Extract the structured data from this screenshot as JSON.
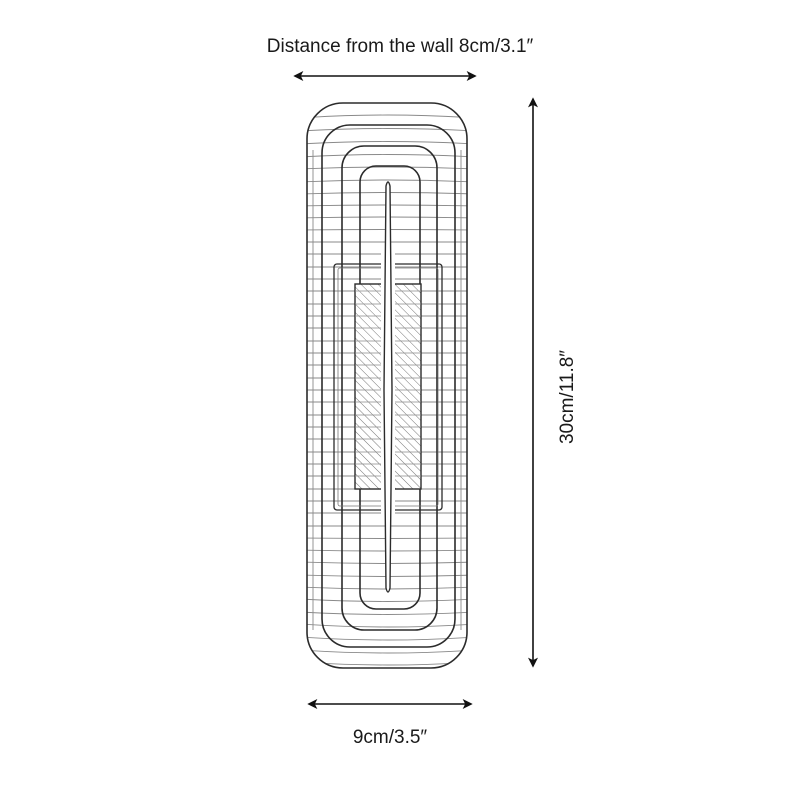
{
  "diagram": {
    "subject": "wall lamp dimension drawing",
    "dimensions": {
      "depth_label": "Distance from the wall 8cm/3.1″",
      "width_label": "9cm/3.5″",
      "height_label": "30cm/11.8″"
    },
    "icons": {
      "depth_arrow": "double-arrow-horizontal",
      "width_arrow": "double-arrow-horizontal",
      "height_arrow": "double-arrow-vertical"
    },
    "colors": {
      "line": "#2b2b2b",
      "grid": "#8a8a8a",
      "background": "#ffffff"
    }
  }
}
